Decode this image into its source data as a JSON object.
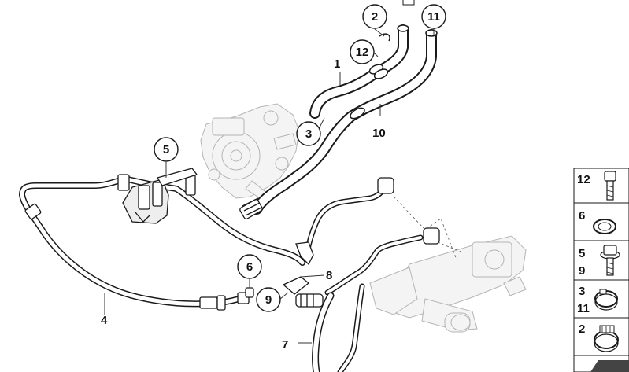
{
  "diagram": {
    "callouts": {
      "c1": "1",
      "c2": "2",
      "c3": "3",
      "c4": "4",
      "c5": "5",
      "c6": "6",
      "c7": "7",
      "c8": "8",
      "c9": "9",
      "c10": "10",
      "c11": "11",
      "c12": "12"
    }
  },
  "legend": {
    "rows": [
      {
        "labels": [
          "12"
        ],
        "icon": "bolt-icon"
      },
      {
        "labels": [
          "6"
        ],
        "icon": "seal-ring-icon"
      },
      {
        "labels": [
          "5",
          "9"
        ],
        "icon": "flange-bolt-icon"
      },
      {
        "labels": [
          "3",
          "11"
        ],
        "icon": "hose-clamp-icon"
      },
      {
        "labels": [
          "2"
        ],
        "icon": "screw-clamp-icon"
      }
    ]
  }
}
